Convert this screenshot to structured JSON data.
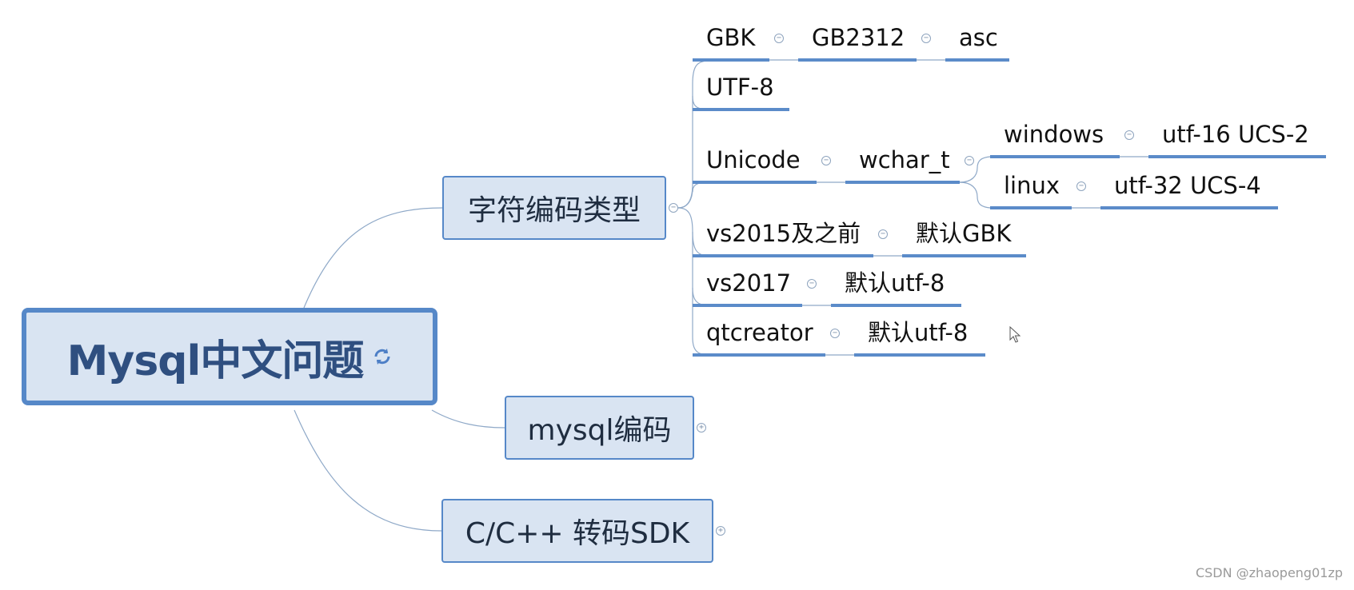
{
  "root": {
    "label": "Mysql中文问题",
    "icon": "refresh-icon"
  },
  "branches": {
    "encoding_types": {
      "label": "字符编码类型"
    },
    "mysql_encoding": {
      "label": "mysql编码"
    },
    "cpp_transcode": {
      "label": "C/C++ 转码SDK"
    }
  },
  "leaves": {
    "gbk": "GBK",
    "gb2312": "GB2312",
    "asc": "asc",
    "utf8": "UTF-8",
    "unicode": "Unicode",
    "wchar_t": "wchar_t",
    "windows": "windows",
    "utf16": "utf-16 UCS-2",
    "linux": "linux",
    "utf32": "utf-32 UCS-4",
    "vs2015": "vs2015及之前",
    "vs2015_default": "默认GBK",
    "vs2017": "vs2017",
    "vs2017_default": "默认utf-8",
    "qtcreator": "qtcreator",
    "qtcreator_default": "默认utf-8"
  },
  "toggles": {
    "collapse": "−",
    "expand": "+"
  },
  "watermark": "CSDN @zhaopeng01zp",
  "colors": {
    "node_fill": "#d9e4f2",
    "node_border": "#5688c8",
    "underline": "#5b8bc9",
    "connector": "#8fa9c8"
  }
}
